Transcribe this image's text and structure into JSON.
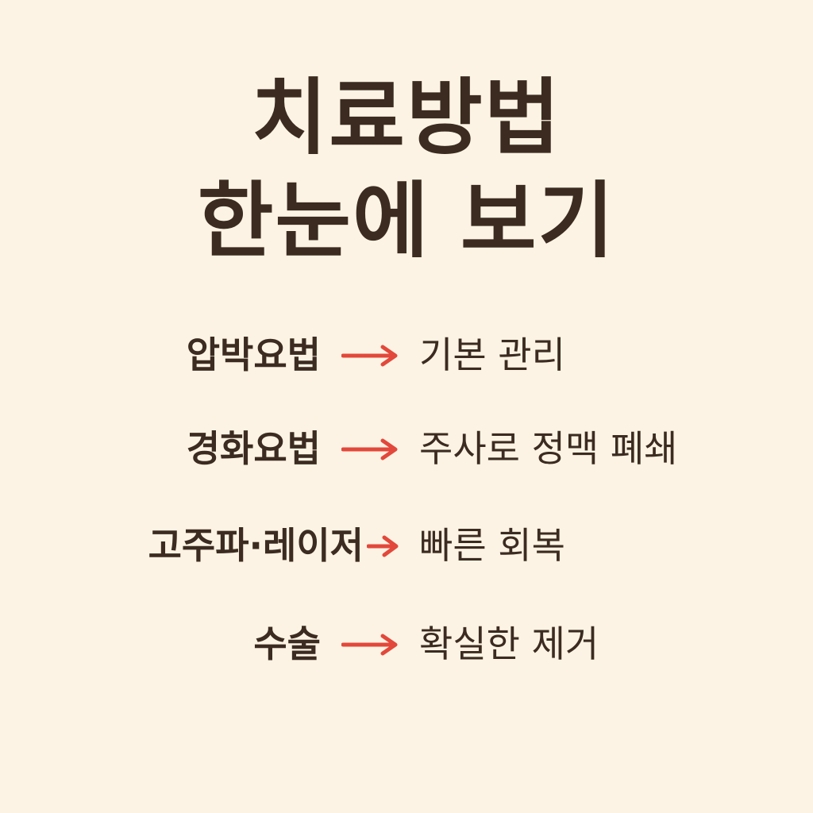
{
  "title": {
    "line1": "치료방법",
    "line2": "한눈에 보기"
  },
  "colors": {
    "background": "#fcf3e4",
    "text": "#3b2b20",
    "arrow": "#e2483b"
  },
  "arrow_icon": "right-arrow-icon",
  "treatments": [
    {
      "method": "압박요법",
      "effect": "기본 관리"
    },
    {
      "method": "경화요법",
      "effect": "주사로 정맥 폐쇄"
    },
    {
      "method": "고주파·레이저",
      "effect": "빠른 회복"
    },
    {
      "method": "수술",
      "effect": "확실한 제거"
    }
  ]
}
